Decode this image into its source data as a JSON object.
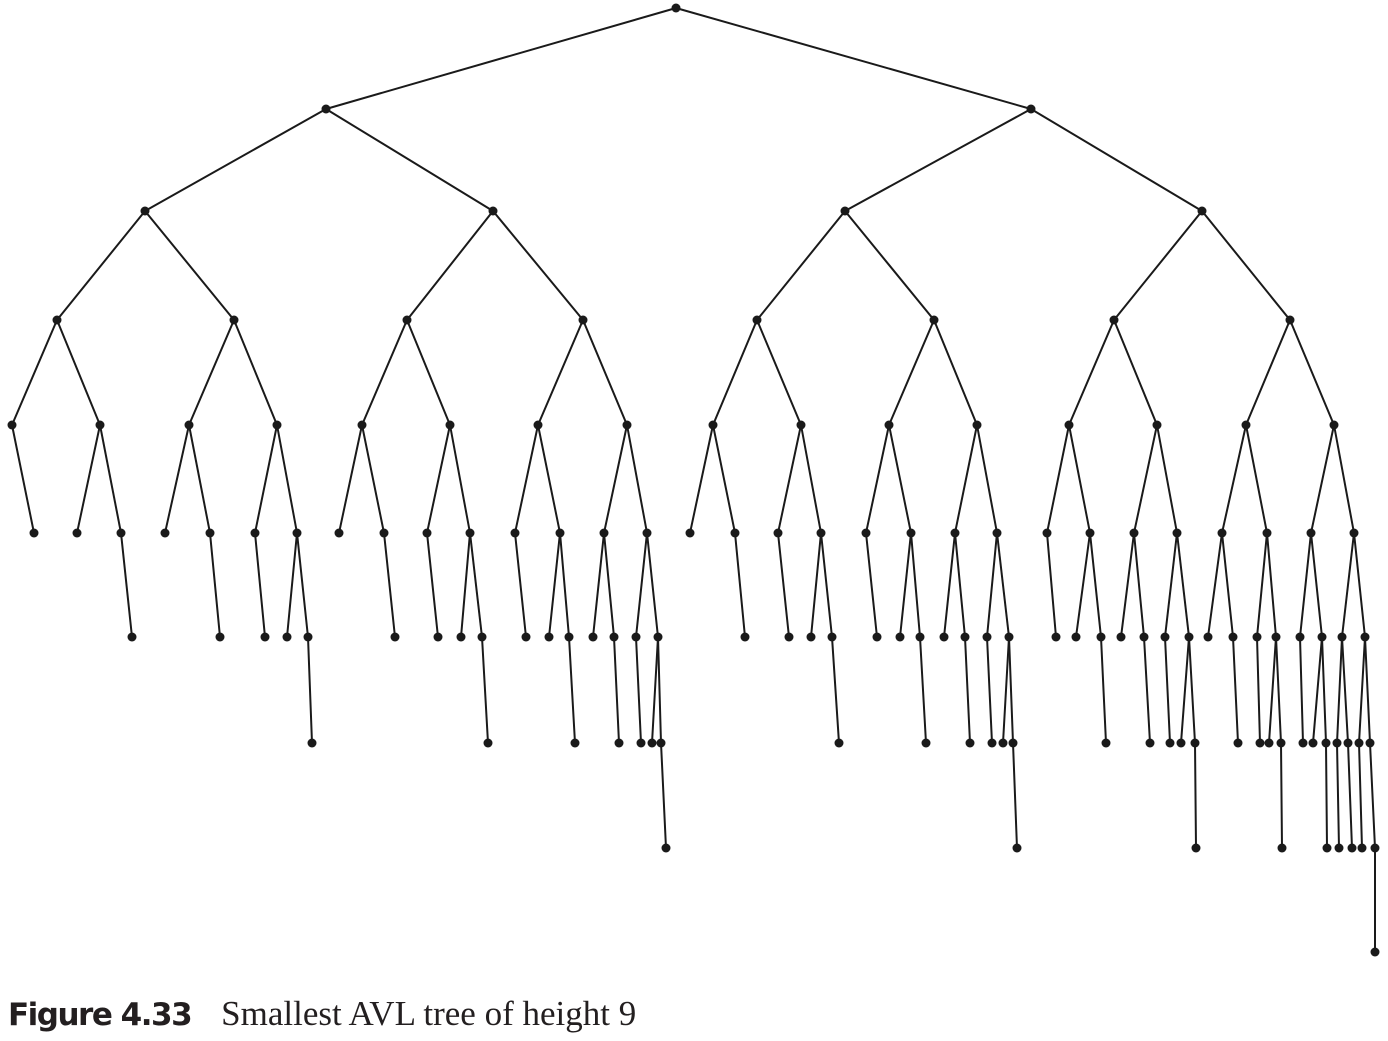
{
  "diagram": {
    "type": "binary-tree",
    "height": 9,
    "node_count": 143,
    "edge_count": 142,
    "node_style": "filled-dot",
    "edge_color": "#1a1a1a",
    "node_color": "#1a1a1a"
  },
  "caption": {
    "label": "Figure 4.33",
    "title": "Smallest AVL tree of height 9"
  }
}
